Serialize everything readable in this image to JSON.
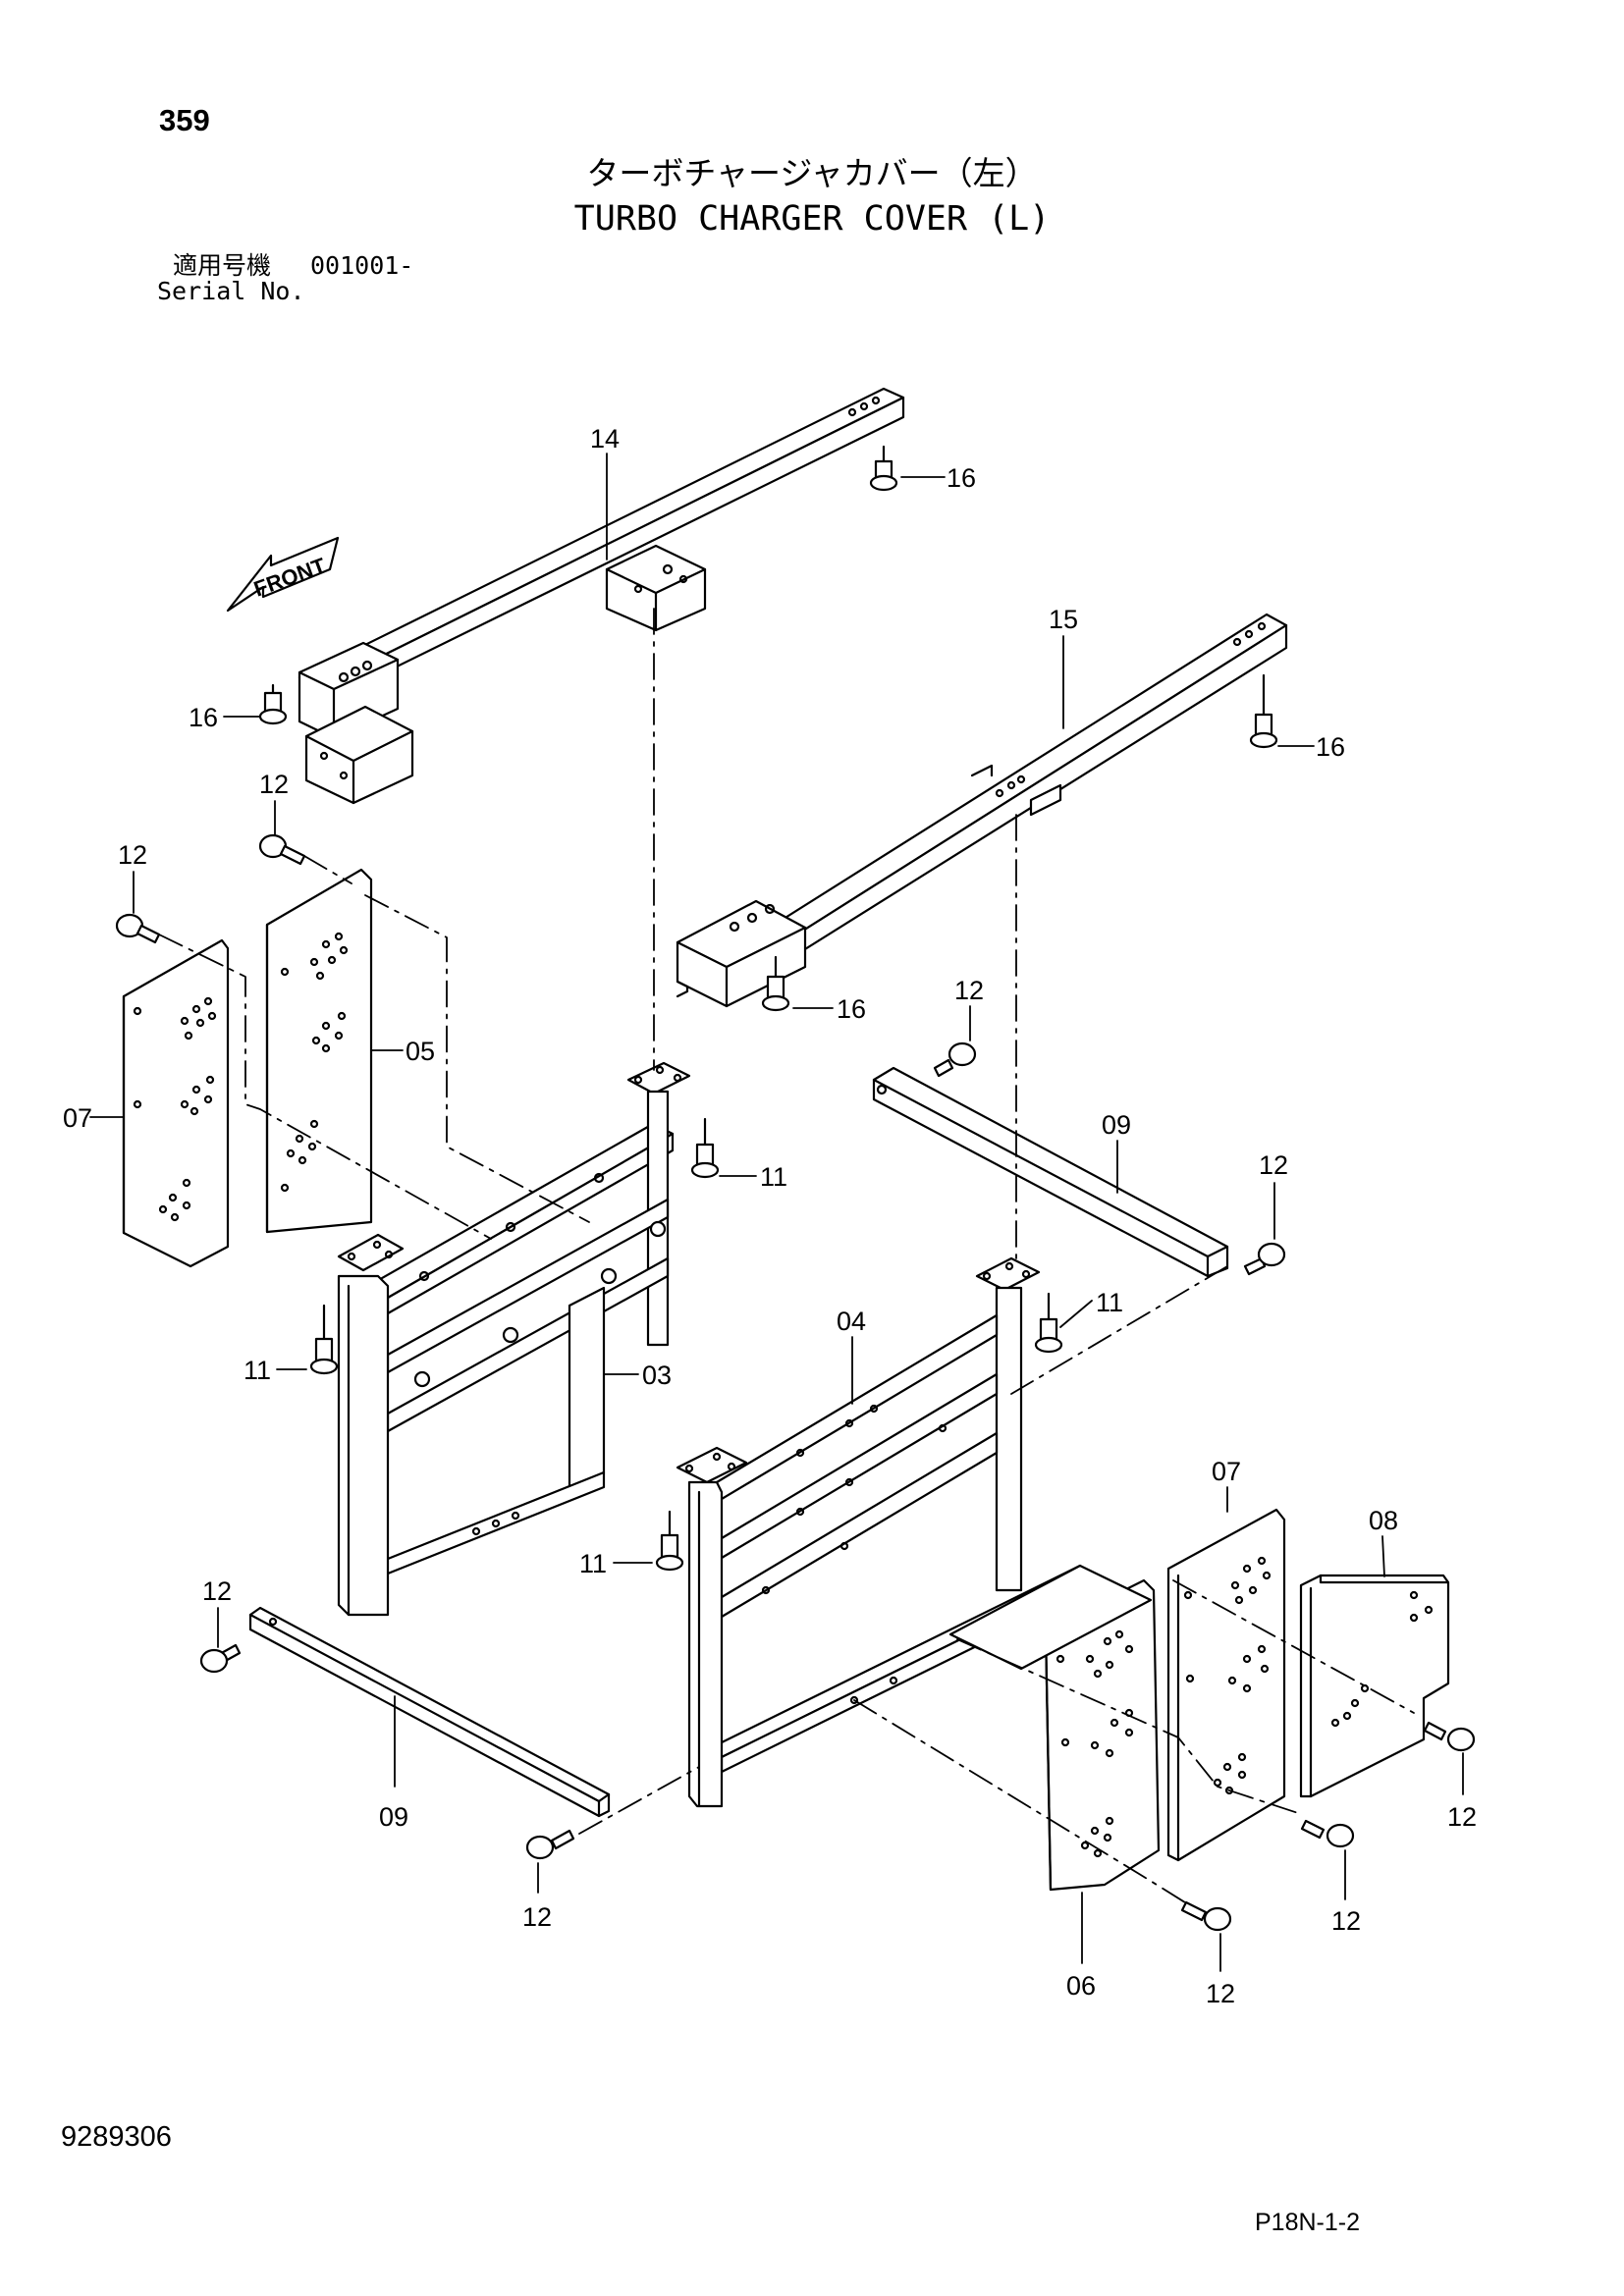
{
  "header": {
    "page_number": "359",
    "title_ja": "ターボチャージャカバー（左）",
    "title_en": "TURBO CHARGER COVER (L)",
    "serial_label_ja": "適用号機",
    "serial_value": "001001-",
    "serial_label_en": "Serial No."
  },
  "diagram": {
    "front_label": "FRONT",
    "callouts": {
      "c14": "14",
      "c16a": "16",
      "c16b": "16",
      "c16c": "16",
      "c16d": "16",
      "c15": "15",
      "c12a": "12",
      "c12b": "12",
      "c12c": "12",
      "c12d": "12",
      "c12e": "12",
      "c12f": "12",
      "c12g": "12",
      "c12h": "12",
      "c12i": "12",
      "c07a": "07",
      "c07b": "07",
      "c05": "05",
      "c11a": "11",
      "c11b": "11",
      "c11c": "11",
      "c11d": "11",
      "c09a": "09",
      "c09b": "09",
      "c03": "03",
      "c04": "04",
      "c08": "08",
      "c06": "06"
    }
  },
  "footer": {
    "doc_number": "9289306",
    "page_code": "P18N-1-2"
  }
}
